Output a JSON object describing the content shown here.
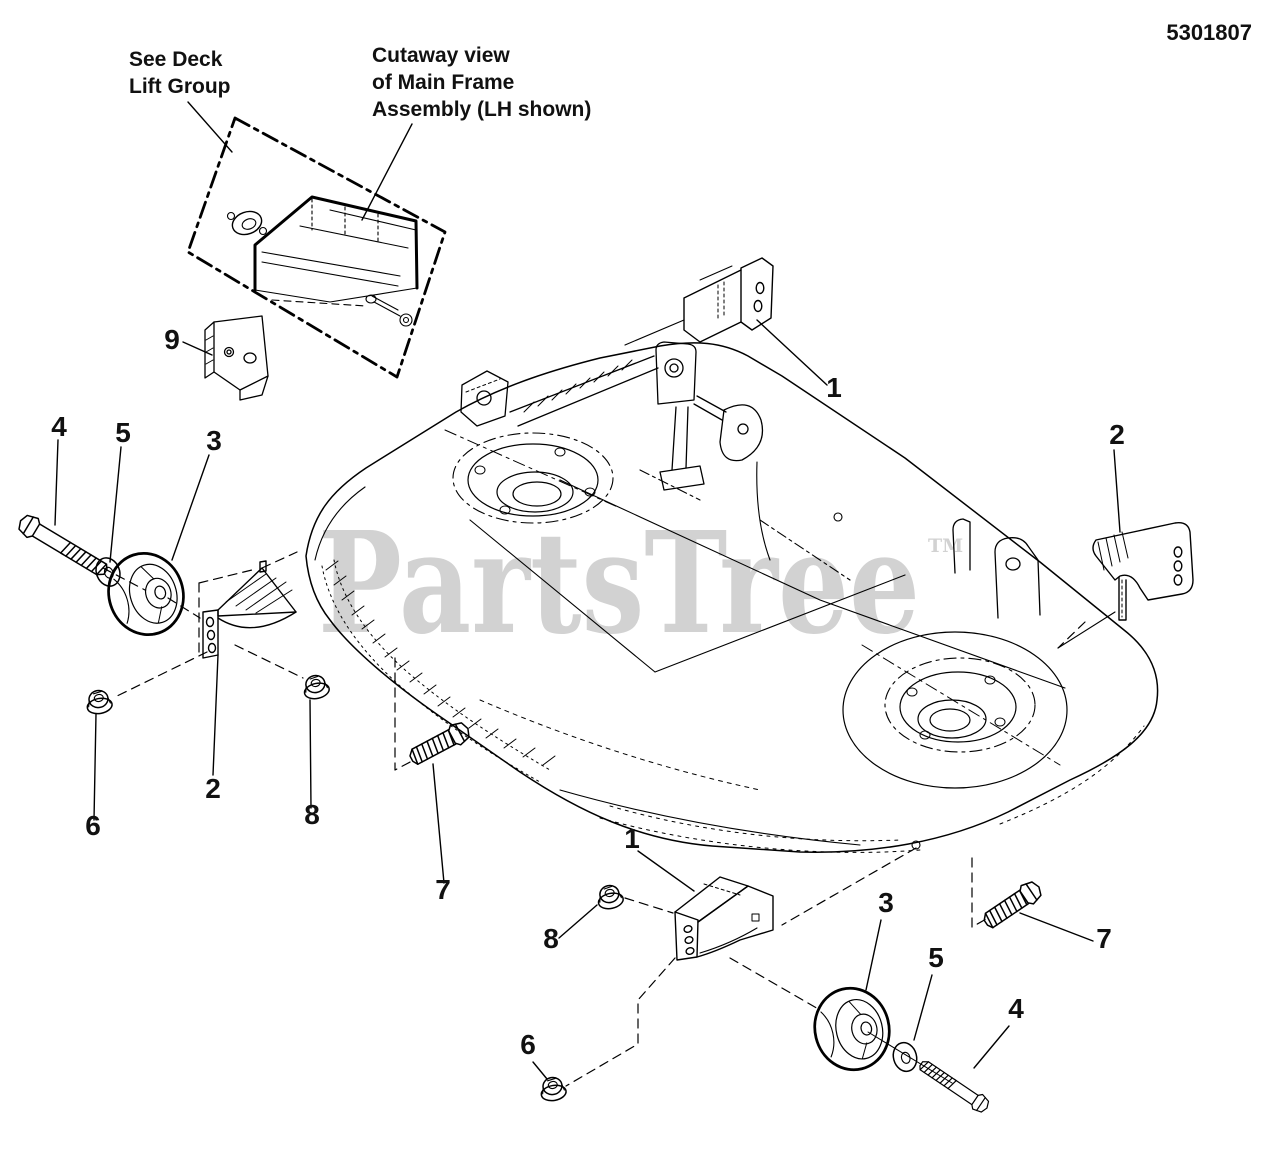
{
  "header": {
    "part_number": "5301807"
  },
  "notes": {
    "deck_lift": "See Deck\nLift Group",
    "cutaway": "Cutaway view\nof Main Frame\nAssembly (LH shown)"
  },
  "watermark": {
    "text": "PartsTree",
    "trademark": "TM",
    "color": "#d2d2d2"
  },
  "callouts": {
    "n1": "1",
    "n2": "2",
    "n3": "3",
    "n4": "4",
    "n5": "5",
    "n6": "6",
    "n7": "7",
    "n8": "8",
    "n9": "9"
  },
  "colors": {
    "ink": "#000000",
    "background": "#ffffff"
  }
}
